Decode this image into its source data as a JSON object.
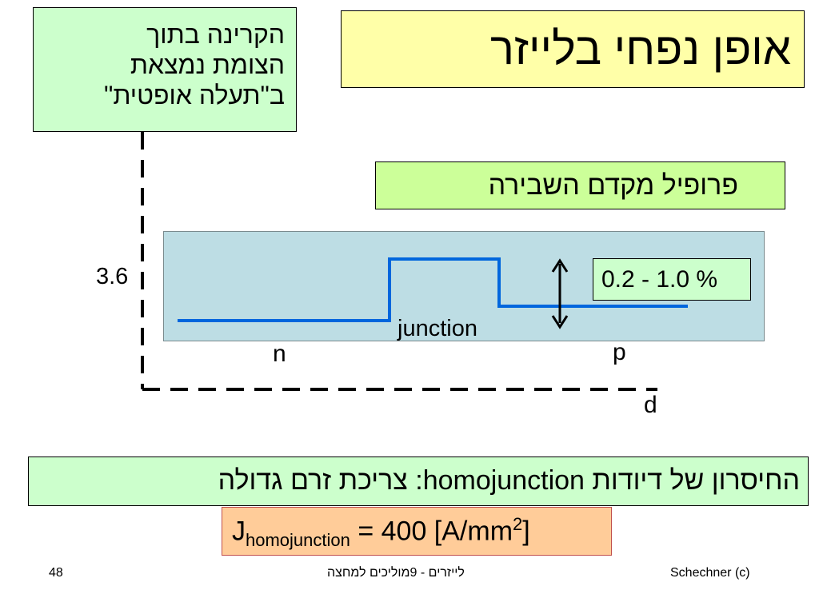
{
  "title": "אופן  נפחי בלייזר",
  "note": {
    "lines": [
      "הקרינה בתוך",
      "הצומת נמצאת",
      "ב\"תעלה אופטית\""
    ]
  },
  "profile_label": "פרופיל מקדם השבירה",
  "diagram": {
    "y_value": "3.6",
    "percent": "0.2 - 1.0 %",
    "junction": "junction",
    "n": "n",
    "p": "p",
    "d": "d",
    "line_color": "#0066dd"
  },
  "drawback": "החיסרון של דיודות homojunction: צריכת זרם  גדולה",
  "current": {
    "prefix": "J",
    "sub": "homojunction",
    "mid": " = 400 [A/mm",
    "sup": "2",
    "suffix": "]"
  },
  "footer": {
    "page": "48",
    "course": "לייזרים  - 9מוליכים למחצה",
    "copyright": "Schechner (c)"
  }
}
